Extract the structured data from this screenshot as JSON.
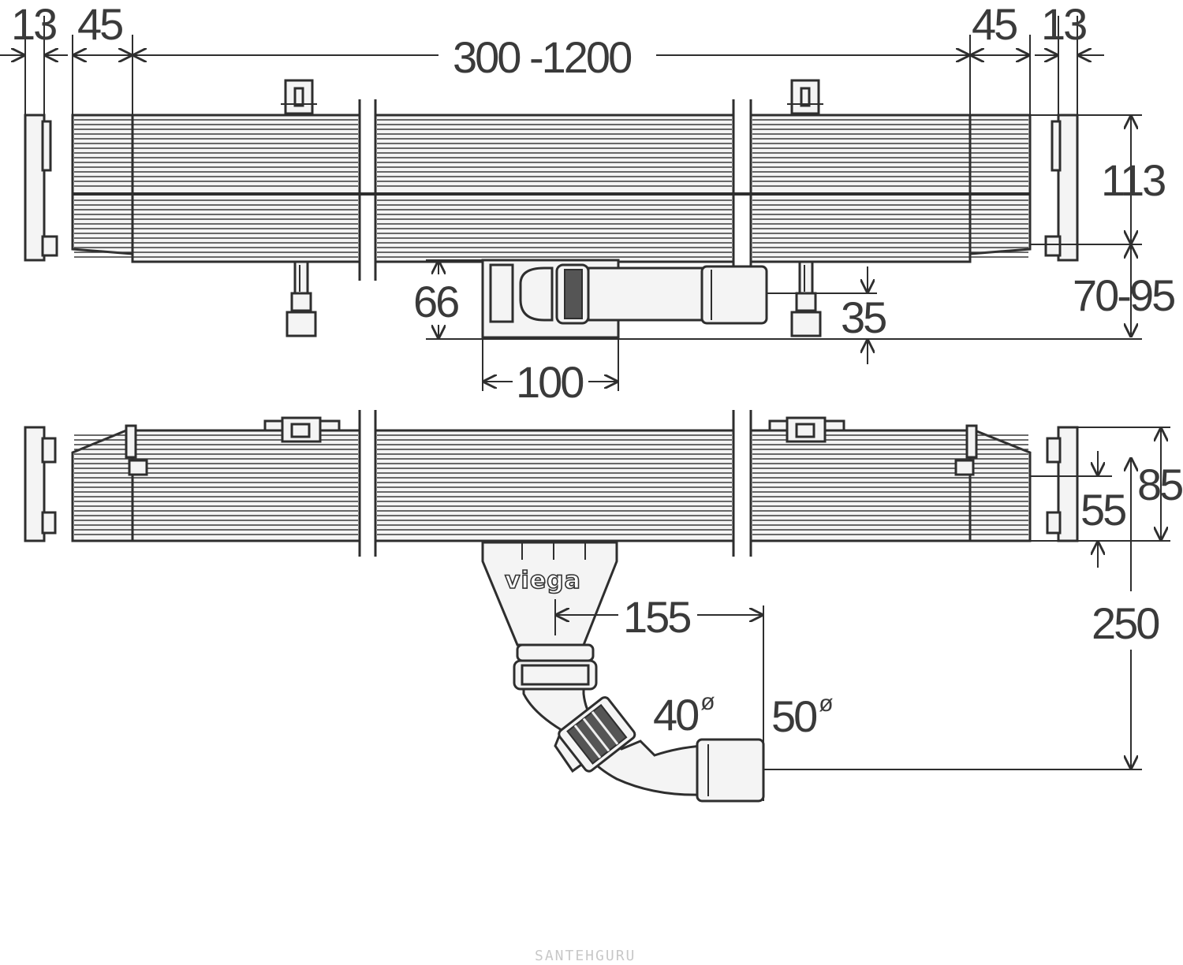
{
  "dimensions": {
    "end_cap_left": "13",
    "offset_left": "45",
    "length_range": "300 -1200",
    "offset_right": "45",
    "end_cap_right": "13",
    "height_top": "113",
    "adjust_range": "70-95",
    "outlet_height": "66",
    "outlet_offset": "35",
    "outlet_width": "100",
    "height_bottom": "85",
    "inner_height": "55",
    "drop_height": "250",
    "horizontal_offset": "155",
    "diameter_inner": "40",
    "diameter_outer": "50",
    "diameter_symbol": "ø"
  },
  "labels": {
    "brand": "viega",
    "watermark": "SANTEHGURU"
  }
}
